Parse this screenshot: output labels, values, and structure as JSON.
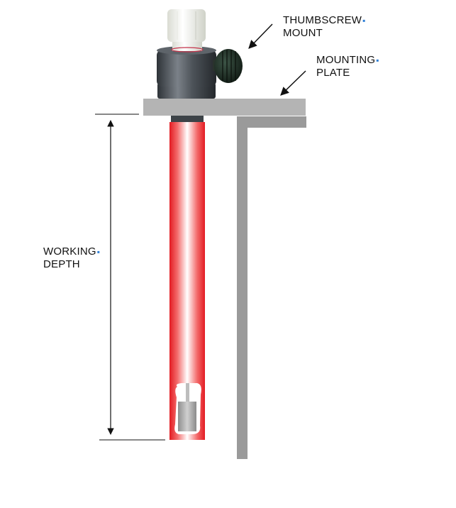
{
  "labels": {
    "thumbscrew_line1": "THUMBSCREW",
    "thumbscrew_line2": "MOUNT",
    "plate_line1": "MOUNTING",
    "plate_line2": "PLATE",
    "depth_line1": "WORKING",
    "depth_line2": "DEPTH",
    "dot": "▪"
  },
  "colors": {
    "plate": "#b4b4b4",
    "bracket": "#9a9a9a",
    "tube": "#e8222a",
    "mount_white": "#f2f2ea",
    "mount_body": "#4a4f55",
    "knob": "#1c2a20",
    "accent_dot": "#2e7fd6"
  }
}
